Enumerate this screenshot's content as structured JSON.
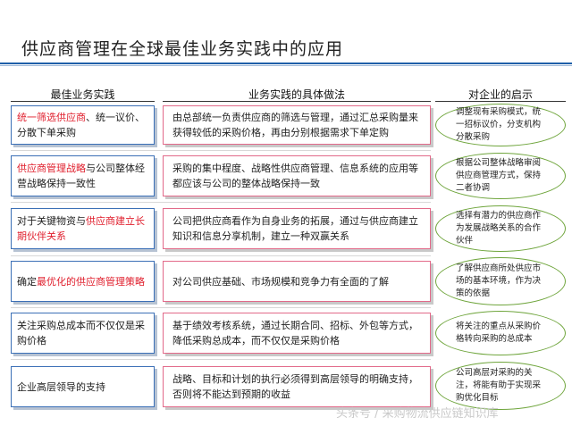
{
  "title": "供应商管理在全球最佳业务实践中的应用",
  "headers": {
    "col1": "最佳业务实践",
    "col2": "业务实践的具体做法",
    "col3": "对企业的启示"
  },
  "rows": [
    {
      "p1": "统一筛选供应商",
      "p2": "、统一议价、分散下单采购",
      "p3": "",
      "practice": "由总部统一负责供应商的筛选与管理，通过汇总采购量来获得较低的采购价格，再由分别根据需求下单定购",
      "insight": "调整现有采购模式，统一招标议价，分支机构分散采购"
    },
    {
      "p1": "供应商管理战略",
      "p2": "与公司整体经营战略保持一致性",
      "p3": "",
      "practice": "采购的集中程度、战略性供应商管理、信息系统的应用等都应该与公司的整体战略保持一致",
      "insight": "根据公司整体战略审阅供应商管理方式，保持二者协调"
    },
    {
      "p1": "对于关键物资与",
      "p2": "供应商建立长期伙伴关系",
      "p3": "",
      "practice": "公司把供应商看作为自身业务的拓展，通过与供应商建立知识和信息分享机制，建立一种双赢关系",
      "insight": "选择有潜力的供应商作为发展战略关系的合作伙伴"
    },
    {
      "p1": "确定",
      "p2": "最优化的供应商管理策略",
      "p3": "",
      "practice": "对公司供应基础、市场规模和竞争力有全面的了解",
      "insight": "了解供应商所处供应市场的基本环境，作为决策的依据"
    },
    {
      "p1": "关注采购总成本而不仅仅是采购价格",
      "p2": "",
      "p3": "",
      "practice": "基于绩效考核系统，通过长期合同、招标、外包等方式，降低采购总成本，而不仅仅是采购价格",
      "insight": "将关注的重点从采购价格转向采购的总成本"
    },
    {
      "p1": "企业高层领导的支持",
      "p2": "",
      "p3": "",
      "practice": "战略、目标和计划的执行必须得到高层领导的明确支持，否则将不能达到预期的收益",
      "insight": "公司高层对采购的关注，将能有助于实现采购优化目标"
    }
  ],
  "watermark": "头条号 / 采购物流供应链知识库"
}
